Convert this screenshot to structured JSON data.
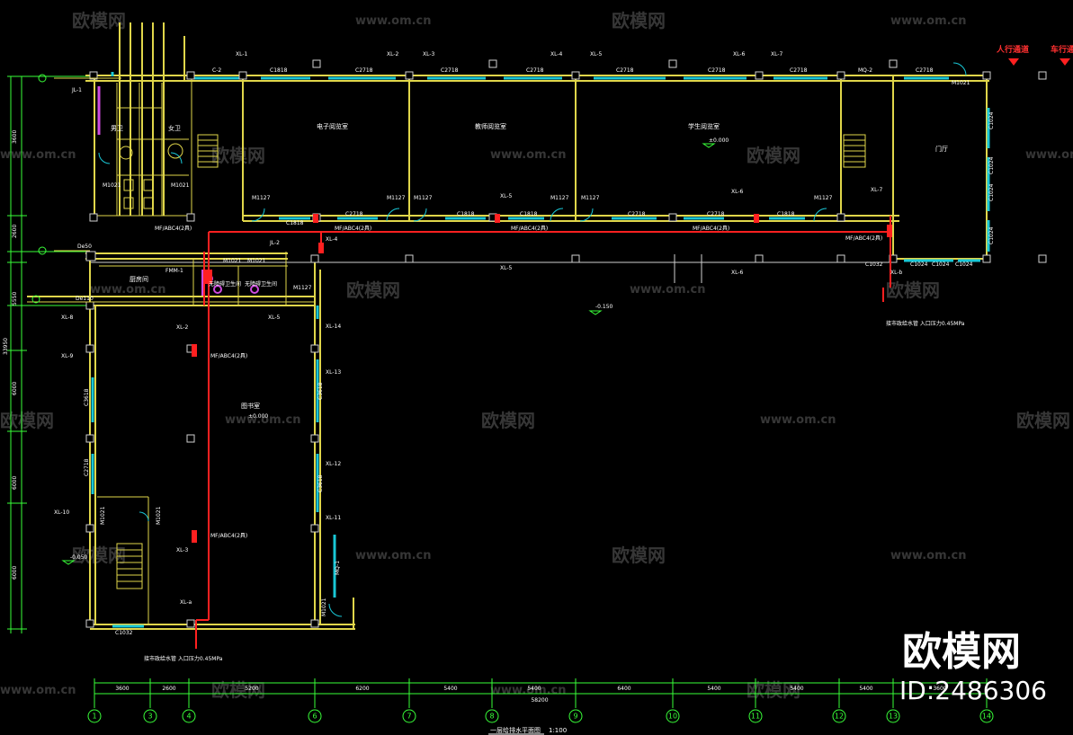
{
  "watermark": {
    "brand": "欧模网",
    "url": "www.om.cn",
    "big_brand": "欧模网",
    "id": "ID:2486306"
  },
  "drawing": {
    "title": "一层给排水平面图",
    "scale": "1:100",
    "total_dim": "58200"
  },
  "rooms": {
    "electronic_reading": "电子阅览室",
    "teacher_reading": "教师阅览室",
    "student_reading": "学生阅览室",
    "hall": "门厅",
    "kitchen": "厨房间",
    "barrier_free_wc": "无障碍卫生间",
    "wc": "男卫",
    "library": "图书室",
    "female_wc": "女卫"
  },
  "legend": {
    "pedestrian": "人行通道",
    "vehicle": "车行通道"
  },
  "level_marks": {
    "main": "±0.000",
    "library": "±0.000",
    "outside": "-0.150",
    "small": "-0.050"
  },
  "pipe_labels": {
    "xl1": "XL-1",
    "xl2": "XL-2",
    "xl3": "XL-3",
    "xl4": "XL-4",
    "xl5": "XL-5",
    "xl6": "XL-6",
    "xl7": "XL-7",
    "xl8": "XL-8",
    "xl9": "XL-9",
    "xl10": "XL-10",
    "xl11": "XL-11",
    "xl12": "XL-12",
    "xl13": "XL-13",
    "xl14": "XL-14",
    "xla": "XL-a",
    "xlb": "XL-b",
    "jl1": "JL-1",
    "jl2": "JL-2",
    "de50": "De50",
    "de110": "De110",
    "fire_ext": "MF/ABC4(2具)",
    "supply_note": "接市政给水管\n入口压力0.45MPa"
  },
  "openings": {
    "c2718": "C2718",
    "c1818": "C1818",
    "m1127": "M1127",
    "m1021": "M1021",
    "c1024": "C1024",
    "c1032": "C1032",
    "c3618": "C3618",
    "mq1": "MQ-1",
    "mq2": "MQ-2",
    "c2": "C-2",
    "fm": "FMM-1"
  },
  "axes": {
    "labels": [
      "1",
      "3",
      "4",
      "6",
      "7",
      "8",
      "9",
      "10",
      "11",
      "12",
      "13",
      "14"
    ],
    "dims": [
      "3600",
      "2600",
      "5200",
      "6200",
      "5400",
      "5400",
      "6400",
      "5400",
      "5400",
      "5400",
      "3600"
    ]
  },
  "left_dims": [
    "3600",
    "2600",
    "5550",
    "6000",
    "6000",
    "6000",
    "33950"
  ]
}
